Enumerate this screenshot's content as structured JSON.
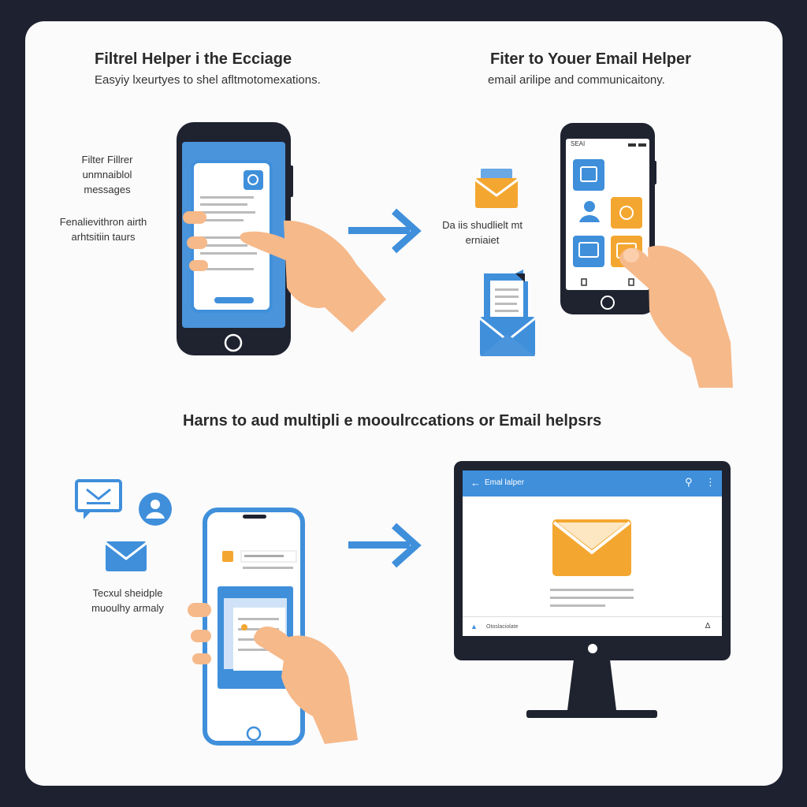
{
  "panel_tl": {
    "title": "Filtrel Helper  i the Ecciage",
    "subtitle": "Easyiy lxeurtyes to shel afltmotomexations.",
    "label_a": [
      "Filter Fillrer",
      "unmnaiblol",
      "messages"
    ],
    "label_b": [
      "Fenalievithron airth",
      "arhtsitiin taurs"
    ]
  },
  "panel_tr": {
    "title": "Fiter to Youer Email Helper",
    "subtitle": "email arilipe and communicaitony.",
    "label": [
      "Da iis shudlielt mt",
      "erniaiet"
    ],
    "phone_status": "SEAI"
  },
  "middle": {
    "title": "Harns to aud multipli e mooulrccations or Email helpsrs"
  },
  "panel_bl": {
    "label": [
      "Tecxul sheidple",
      "muoulhy armaly"
    ]
  },
  "monitor": {
    "app_title": "Emal lalper",
    "footer_text": "Otoslaciolate"
  },
  "colors": {
    "blue": "#3f8fdb",
    "orange": "#f4a730",
    "dark": "#1f2330",
    "skin": "#f6b98a"
  }
}
